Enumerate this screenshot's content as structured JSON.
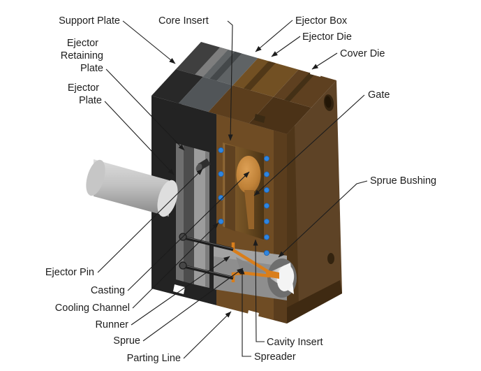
{
  "diagram": {
    "title": "Die casting die cutaway diagram",
    "background": "#ffffff",
    "labels": {
      "support_plate": "Support Plate",
      "ejector_retaining_line1": "Ejector",
      "ejector_retaining_line2": "Retaining",
      "ejector_retaining_line3": "Plate",
      "ejector_plate_line1": "Ejector",
      "ejector_plate_line2": "Plate",
      "core_insert": "Core Insert",
      "ejector_box": "Ejector Box",
      "ejector_die": "Ejector Die",
      "cover_die": "Cover Die",
      "gate": "Gate",
      "sprue_bushing": "Sprue Bushing",
      "ejector_pin": "Ejector Pin",
      "casting": "Casting",
      "cooling_channel": "Cooling Channel",
      "runner": "Runner",
      "sprue": "Sprue",
      "parting_line": "Parting Line",
      "cavity_insert": "Cavity Insert",
      "spreader": "Spreader"
    },
    "palette": {
      "ink": "#1c1c1c",
      "steel_dark": "#262626",
      "plate_gray": "#9c9c9c",
      "die_brown": "#6f4c24",
      "cover_brown": "#5e4326",
      "molten_orange": "#d97e1b",
      "coolant_blue": "#2f86e0",
      "casting_glow": "#d29040"
    }
  }
}
